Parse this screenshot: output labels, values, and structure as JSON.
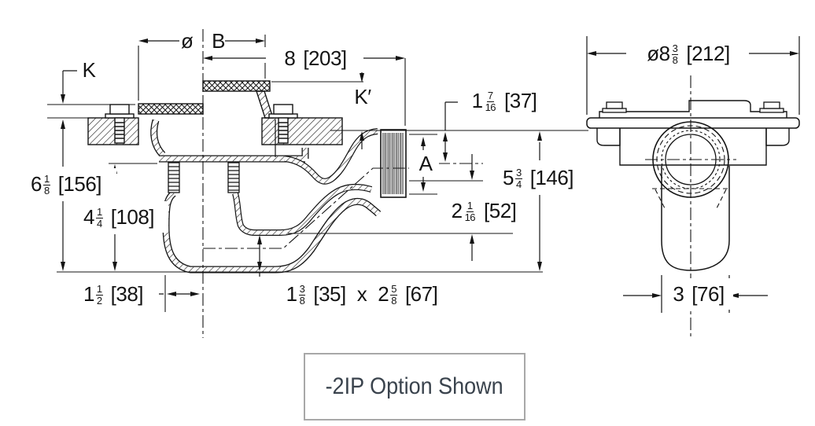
{
  "drawing": {
    "caption": {
      "text": "-2IP Option Shown"
    },
    "views": {
      "left": "section-view",
      "right": "end-view"
    },
    "colors": {
      "line": "#141414",
      "caption_text": "#3a434d",
      "caption_border": "#a8a8a8",
      "background": "#ffffff"
    },
    "dims": {
      "strainer_dia": {
        "prefix": "ø",
        "letter": "B"
      },
      "center_to_face": {
        "value": "8",
        "metric": "[203]"
      },
      "grate_k": {
        "letter": "K"
      },
      "grate_k_prime": {
        "letter": "K′"
      },
      "hub_top_to_cl": {
        "whole": "1",
        "num": "7",
        "den": "16",
        "metric": "[37]"
      },
      "outlet_a": {
        "letter": "A"
      },
      "hub_top_to_base": {
        "whole": "5",
        "num": "3",
        "den": "4",
        "metric": "[146]"
      },
      "cl_to_seal": {
        "whole": "2",
        "num": "1",
        "den": "16",
        "metric": "[52]"
      },
      "overall_height": {
        "whole": "6",
        "num": "1",
        "den": "8",
        "metric": "[156]"
      },
      "deck_to_base": {
        "whole": "4",
        "num": "1",
        "den": "4",
        "metric": "[108]"
      },
      "cl_to_trap_edge": {
        "whole": "1",
        "num": "1",
        "den": "2",
        "metric": "[38]"
      },
      "trap_seal": {
        "whole1": "1",
        "num1": "3",
        "den1": "8",
        "metric1": "[35]",
        "sep": "x",
        "whole2": "2",
        "num2": "5",
        "den2": "8",
        "metric2": "[67]"
      },
      "end_view_dia": {
        "prefix": "ø",
        "whole": "8",
        "num": "3",
        "den": "8",
        "metric": "[212]"
      },
      "outlet_drop_width": {
        "value": "3",
        "metric": "[76]"
      }
    }
  }
}
